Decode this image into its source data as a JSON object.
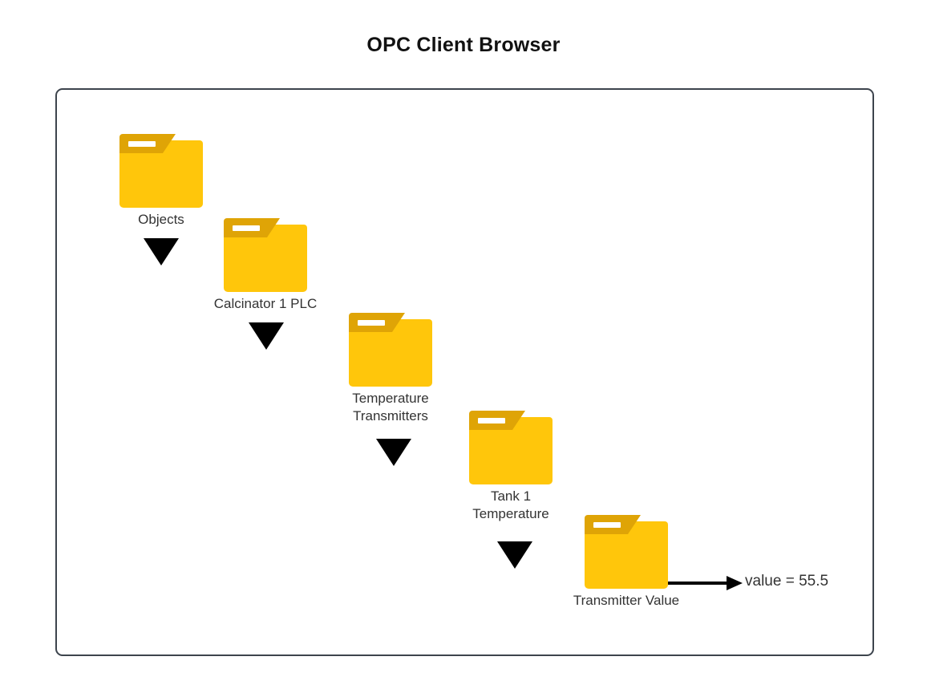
{
  "page": {
    "title": "OPC Client Browser",
    "background_color": "#ffffff",
    "frame_border_color": "#3d444d"
  },
  "colors": {
    "folder_body": "#ffc60b",
    "folder_tab": "#dfa406",
    "folder_stripe": "#ffffff",
    "arrow": "#000000",
    "text": "#333333",
    "title_text": "#111111"
  },
  "diagram": {
    "type": "hierarchy-drilldown",
    "nodes": [
      {
        "id": "objects",
        "icon": "folder-icon",
        "label": "Objects",
        "level": 1
      },
      {
        "id": "calcinator-1-plc",
        "icon": "folder-icon",
        "label": "Calcinator 1 PLC",
        "level": 2
      },
      {
        "id": "temperature-transmitters",
        "icon": "folder-icon",
        "label": "Temperature\nTransmitters",
        "level": 3
      },
      {
        "id": "tank-1-temperature",
        "icon": "folder-icon",
        "label": "Tank 1\nTemperature",
        "level": 4
      },
      {
        "id": "transmitter-value",
        "icon": "folder-icon",
        "label": "Transmitter Value",
        "level": 5
      }
    ],
    "connectors": [
      {
        "id": "objects-to-plc",
        "icon": "triangle-down-icon",
        "from": "objects",
        "to": "calcinator-1-plc"
      },
      {
        "id": "plc-to-transmitters",
        "icon": "triangle-down-icon",
        "from": "calcinator-1-plc",
        "to": "temperature-transmitters"
      },
      {
        "id": "transmitters-to-tank",
        "icon": "triangle-down-icon",
        "from": "temperature-transmitters",
        "to": "tank-1-temperature"
      },
      {
        "id": "tank-to-value",
        "icon": "triangle-down-icon",
        "from": "tank-1-temperature",
        "to": "transmitter-value"
      }
    ],
    "value_readout": {
      "icon": "arrow-right-icon",
      "text": "value = 55.5"
    }
  }
}
